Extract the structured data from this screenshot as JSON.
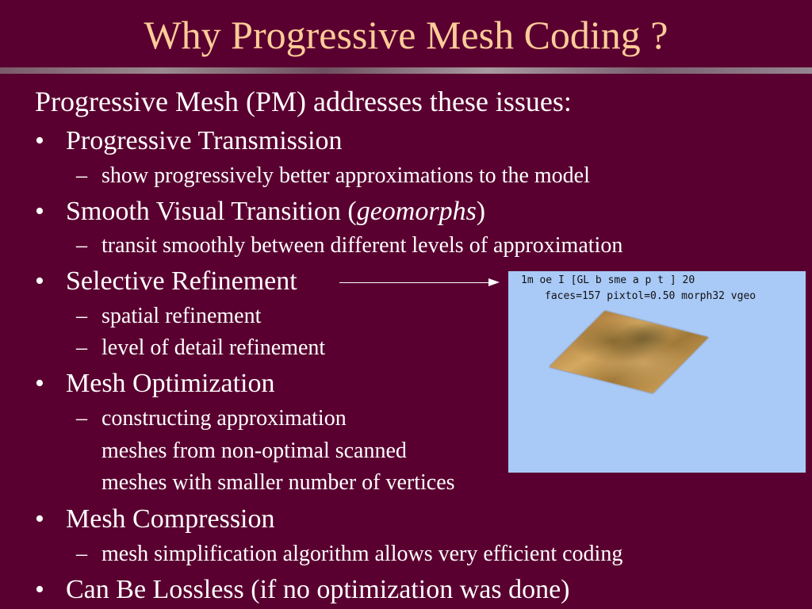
{
  "title": "Why Progressive Mesh Coding ?",
  "intro": "Progressive Mesh (PM) addresses these issues:",
  "bullet_glyph": "•",
  "dash_glyph": "–",
  "items": [
    {
      "label": "Progressive Transmission",
      "subs": [
        "show progressively better approximations to the model"
      ]
    },
    {
      "label_prefix": "Smooth Visual Transition (",
      "label_italic": "geomorphs",
      "label_suffix": ")",
      "subs": [
        "transit smoothly between different levels of approximation"
      ]
    },
    {
      "label": "Selective Refinement",
      "subs": [
        "spatial refinement",
        "level of detail refinement"
      ]
    },
    {
      "label": "Mesh Optimization",
      "subs": [
        "constructing approximation"
      ],
      "continuation": [
        "meshes from non-optimal scanned",
        "meshes with smaller number of vertices"
      ]
    },
    {
      "label": "Mesh Compression",
      "subs": [
        "mesh simplification algorithm allows very efficient coding"
      ]
    },
    {
      "label": "Can Be Lossless (if no optimization was done)",
      "subs": []
    }
  ],
  "screenshot": {
    "line1": "1m oe       I [GL b sme a p t ] 20",
    "line2": "faces=157   pixtol=0.50 morph32 vgeo"
  },
  "colors": {
    "background": "#5a0030",
    "title": "#ffcc99",
    "text": "#ffffff",
    "screen_bg": "#a9c9f7"
  }
}
